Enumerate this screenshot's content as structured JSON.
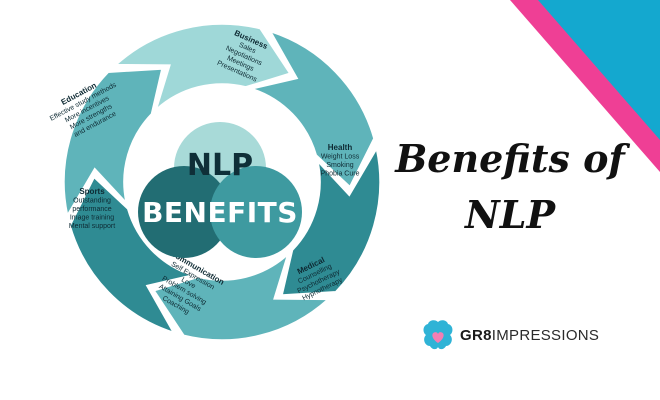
{
  "diagram": {
    "center": {
      "top_word": "NLP",
      "main_word": "BENEFITS"
    },
    "segments": [
      {
        "key": "business",
        "title": "Business",
        "items": [
          "Sales",
          "Negotiations",
          "Meetings",
          "Presentations"
        ]
      },
      {
        "key": "health",
        "title": "Health",
        "items": [
          "Weight Loss",
          "Smoking",
          "Phobia Cure"
        ]
      },
      {
        "key": "medical",
        "title": "Medical",
        "items": [
          "Counselling",
          "Psychotherapy",
          "Hypnotherapy"
        ]
      },
      {
        "key": "communication",
        "title": "Communication",
        "items": [
          "Self Expression",
          "Love",
          "Problem solving",
          "Attaining Goals",
          "Coaching"
        ]
      },
      {
        "key": "sports",
        "title": "Sports",
        "items": [
          "Outstanding",
          "performance",
          "Image training",
          "Mental support"
        ]
      },
      {
        "key": "education",
        "title": "Education",
        "items": [
          "Effective study methods",
          "More incentives",
          "More strengths",
          "and endurance"
        ]
      }
    ]
  },
  "headline": {
    "line1": "Benefits of",
    "line2": "NLP"
  },
  "logo": {
    "part1": "GR8",
    "part2": "IMPRESSIONS"
  },
  "colors": {
    "segment_light": "#9fd8d8",
    "segment_mid": "#5fb4ba",
    "segment_dark": "#2f8b93",
    "venn_dark": "#216c72",
    "corner_pink": "#ef3f95",
    "corner_cyan": "#14a8cf"
  },
  "icons": {
    "corner": "diagonal-stripes",
    "logo": "brain-heart-icon"
  }
}
